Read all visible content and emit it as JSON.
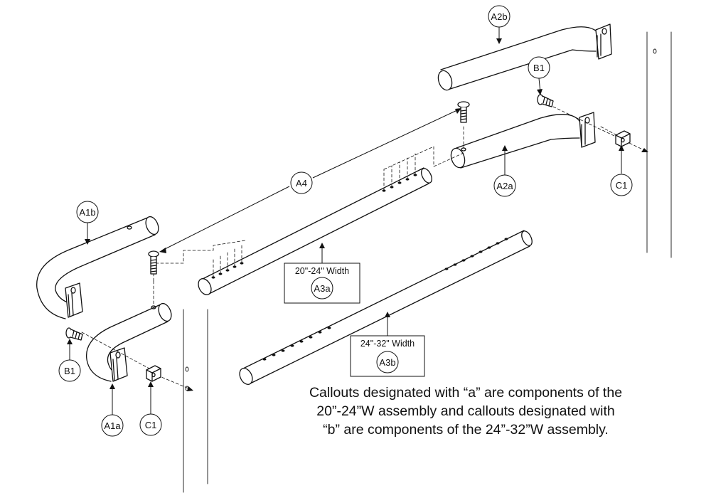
{
  "callouts": {
    "a2b": "A2b",
    "b1_top": "B1",
    "a4": "A4",
    "a2a": "A2a",
    "c1_right": "C1",
    "a1b": "A1b",
    "b1_left": "B1",
    "a1a": "A1a",
    "c1_left": "C1",
    "a3a": "A3a",
    "a3b": "A3b"
  },
  "width_labels": {
    "a3a": "20\"-24\" Width",
    "a3b": "24\"-32\" Width"
  },
  "note": {
    "line1": "Callouts designated with “a” are components of the",
    "line2": "20”-24”W assembly and callouts designated with",
    "line3": "“b” are components of the 24”-32”W assembly."
  },
  "colors": {
    "ink": "#111111",
    "fill": "#ffffff"
  }
}
